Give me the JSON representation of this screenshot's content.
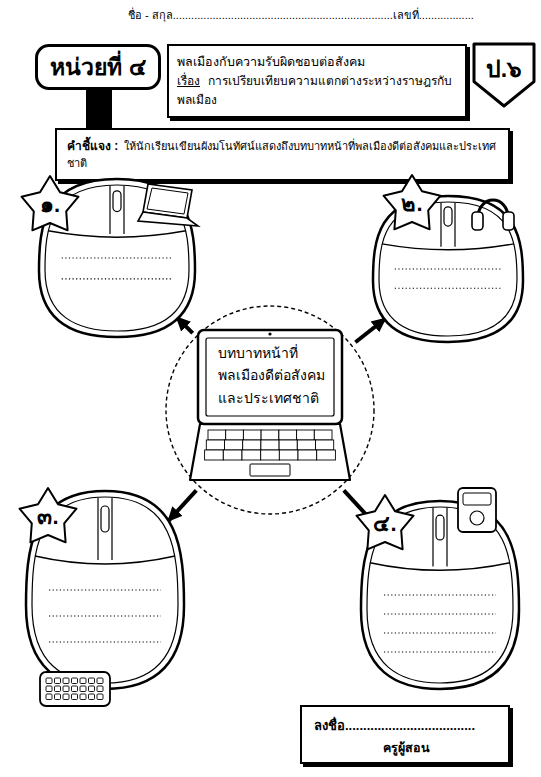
{
  "diagram": {
    "nodes": [
      {
        "text": [
          "หน่วยที่ ๔"
        ]
      },
      {
        "text": [
          "พลเมืองกับความรับผิดชอบต่อสังคม",
          "เรื่อง",
          "การเปรียบเทียบความแตกต่างระหว่างราษฎรกับพลเมือง"
        ]
      },
      {
        "text": [
          "ป.๖"
        ]
      },
      {
        "text": [
          "คำชี้แจง :",
          "ให้นักเรียนเขียนผังมโนทัศน์แสดงถึงบทบาทหน้าที่พลเมืองดีต่อสังคมและประเทศชาติ"
        ]
      },
      {
        "text": [
          "๑."
        ]
      },
      {
        "text": [
          "๒."
        ]
      },
      {
        "text": [
          "บทบาทหน้าที่ พลเมืองดีต่อสังคม และประเทศชาติ"
        ]
      },
      {
        "text": [
          "๓."
        ]
      },
      {
        "text": [
          "๔."
        ]
      },
      {
        "text": [
          "ลงชื่อ....................................",
          "ครูผู้สอน"
        ]
      }
    ],
    "edges": [
      {
        "from": 6,
        "to": 4,
        "arrow": "to"
      },
      {
        "from": 6,
        "to": 5,
        "arrow": "to"
      },
      {
        "from": 6,
        "to": 7,
        "arrow": "to"
      },
      {
        "from": 6,
        "to": 8,
        "arrow": "to"
      }
    ],
    "labels": [
      "ชื่อ - สกุล........................................................................เลขที่.................."
    ]
  }
}
